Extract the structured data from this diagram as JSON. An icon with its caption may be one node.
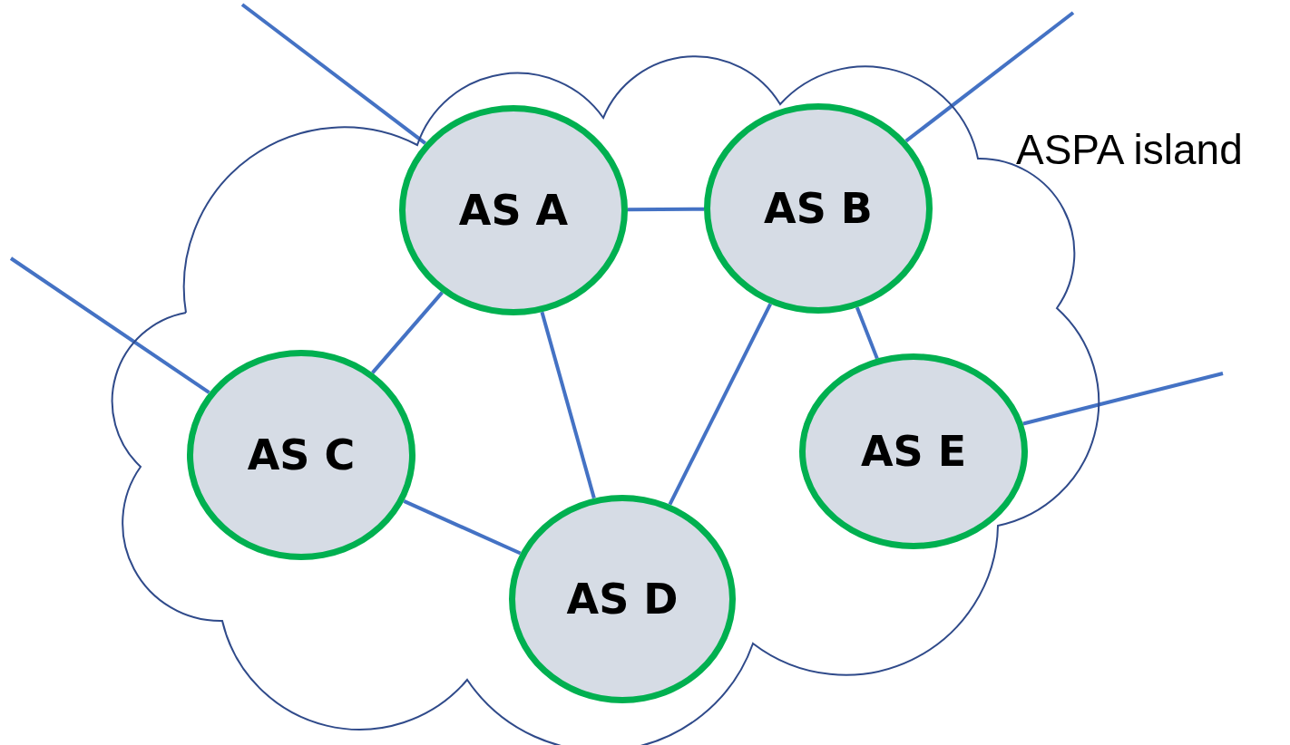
{
  "diagram": {
    "nodes": [
      {
        "text": [
          "ASPA island"
        ]
      },
      {
        "text": [
          "AS A"
        ],
        "in": 0
      },
      {
        "text": [
          "AS B"
        ],
        "in": 0
      },
      {
        "text": [
          "AS C"
        ],
        "in": 0
      },
      {
        "text": [
          "AS D"
        ],
        "in": 0
      },
      {
        "text": [
          "AS E"
        ],
        "in": 0
      }
    ],
    "edges": [
      {
        "from": 1,
        "to": null,
        "arrow": "none"
      },
      {
        "from": 2,
        "to": null,
        "arrow": "none"
      },
      {
        "from": 3,
        "to": null,
        "arrow": "none"
      },
      {
        "from": 5,
        "to": null,
        "arrow": "none"
      },
      {
        "from": 1,
        "to": 2,
        "arrow": "none"
      },
      {
        "from": 1,
        "to": 3,
        "arrow": "none"
      },
      {
        "from": 1,
        "to": 4,
        "arrow": "none"
      },
      {
        "from": 2,
        "to": 4,
        "arrow": "none"
      },
      {
        "from": 2,
        "to": 5,
        "arrow": "none"
      },
      {
        "from": 3,
        "to": 4,
        "arrow": "none"
      }
    ]
  }
}
